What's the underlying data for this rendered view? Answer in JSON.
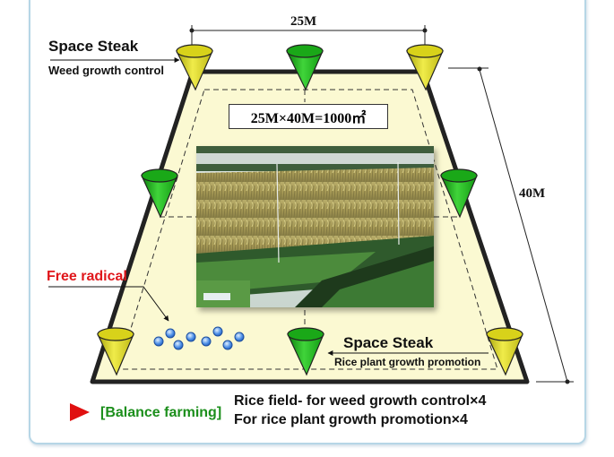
{
  "labels": {
    "width_dim": "25M",
    "height_dim": "40M",
    "area_formula": "25M×40M=1000㎡",
    "top_left_title": "Space Steak",
    "top_left_sub": "Weed growth control",
    "bottom_right_title": "Space Steak",
    "bottom_right_sub": "Rice plant growth promotion",
    "free_radical": "Free radical"
  },
  "footer": {
    "tag": "[Balance farming]",
    "line1": "Rice field- for weed growth control×4",
    "line2": "For rice plant growth promotion×4"
  },
  "colors": {
    "field": "#fbf9d2",
    "cone_weed": "#d8d21a",
    "cone_rice": "#1aa818",
    "free_radical_text": "#e0161b",
    "tag_text": "#1c8f1c",
    "arrow_red": "#e01010",
    "radical_dot": "#2f73d6"
  }
}
